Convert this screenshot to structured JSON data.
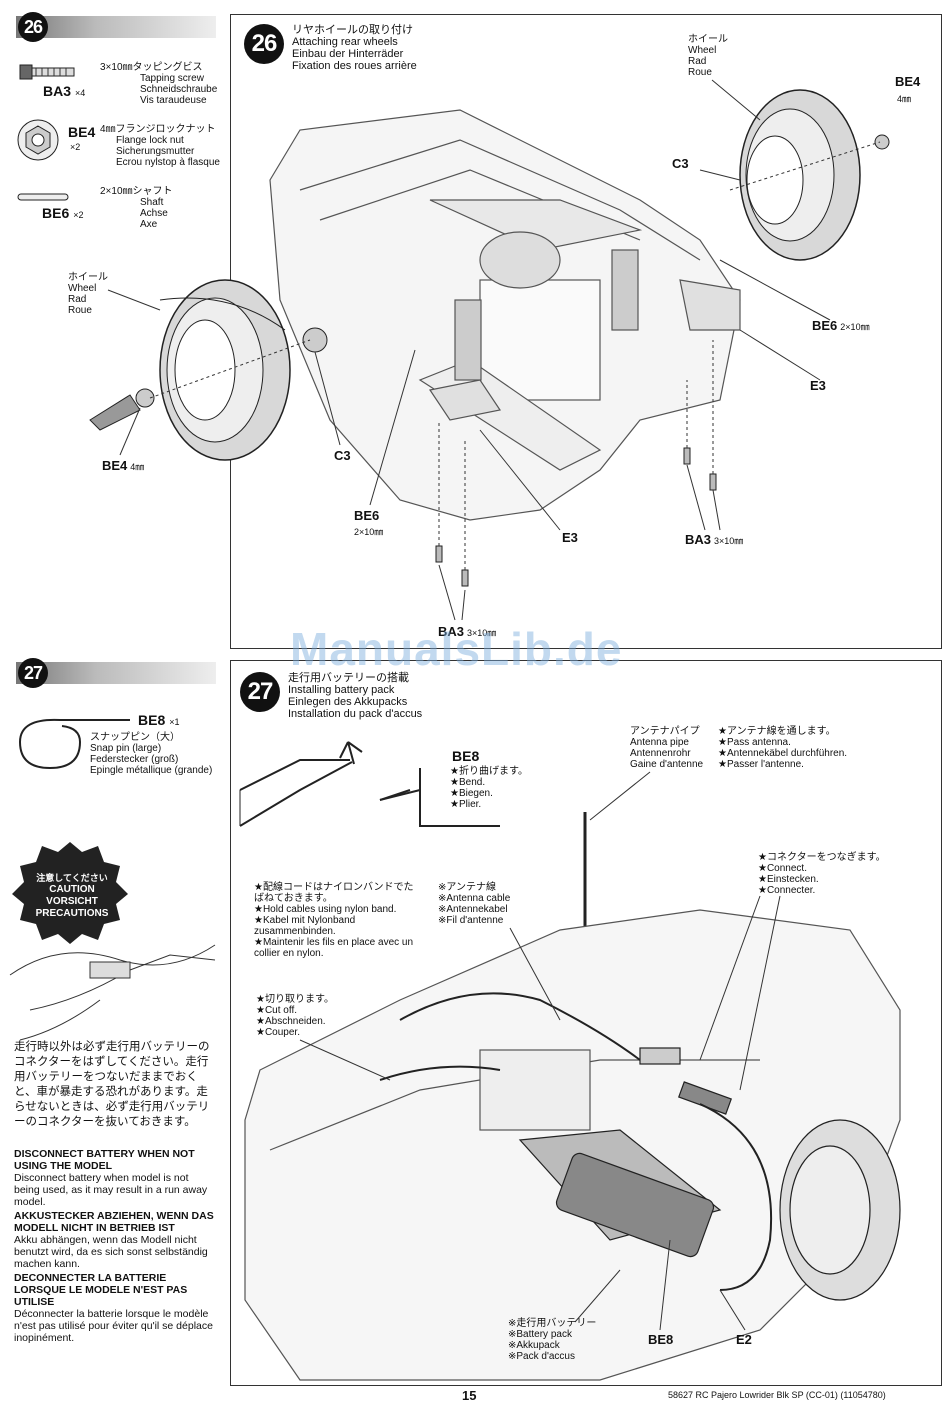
{
  "step26": {
    "number": "26",
    "title_ja": "リヤホイールの取り付け",
    "title_en": "Attaching rear wheels",
    "title_de": "Einbau der Hinterräder",
    "title_fr": "Fixation des roues arrière",
    "parts": [
      {
        "code": "BA3",
        "qty": "×4",
        "spec": "3×10㎜タッピングビス",
        "en": "Tapping screw",
        "de": "Schneidschraube",
        "fr": "Vis taraudeuse"
      },
      {
        "code": "BE4",
        "qty": "×2",
        "spec": "4㎜フランジロックナット",
        "en": "Flange lock nut",
        "de": "Sicherungsmutter",
        "fr": "Ecrou nylstop à flasque"
      },
      {
        "code": "BE6",
        "qty": "×2",
        "spec": "2×10㎜シャフト",
        "en": "Shaft",
        "de": "Achse",
        "fr": "Axe"
      }
    ],
    "wheel_label": [
      "ホイール",
      "Wheel",
      "Rad",
      "Roue"
    ],
    "callouts": {
      "be4_right": "BE4",
      "be4_right_size": "4㎜",
      "c3_top": "C3",
      "be6_right": "BE6",
      "be6_right_size": "2×10㎜",
      "e3_right": "E3",
      "c3_left": "C3",
      "be4_left": "BE4",
      "be4_left_size": "4㎜",
      "be6_mid": "BE6",
      "be6_mid_size": "2×10㎜",
      "e3_mid": "E3",
      "ba3_right": "BA3",
      "ba3_right_size": "3×10㎜",
      "ba3_bottom": "BA3",
      "ba3_bottom_size": "3×10㎜"
    }
  },
  "step27": {
    "number": "27",
    "title_ja": "走行用バッテリーの搭載",
    "title_en": "Installing battery pack",
    "title_de": "Einlegen des Akkupacks",
    "title_fr": "Installation du pack d'accus",
    "part": {
      "code": "BE8",
      "qty": "×1",
      "spec": "スナップピン（大）",
      "en": "Snap pin (large)",
      "de": "Federstecker (groß)",
      "fr": "Epingle métallique (grande)"
    },
    "caution_badge": [
      "注意してください",
      "CAUTION",
      "VORSICHT",
      "PRECAUTIONS"
    ],
    "caution_ja": "走行時以外は必ず走行用バッテリーのコネクターをはずしてください。走行用バッテリーをつないだままでおくと、車が暴走する恐れがあります。走らせないときは、必ず走行用バッテリーのコネクターを抜いておきます。",
    "caution_en_title": "DISCONNECT BATTERY WHEN NOT USING THE MODEL",
    "caution_en": "Disconnect battery when model is not being used, as it may result in a run away model.",
    "caution_de_title": "AKKUSTECKER ABZIEHEN, WENN DAS MODELL NICHT IN BETRIEB IST",
    "caution_de": "Akku abhängen, wenn das Modell nicht benutzt wird, da es sich sonst selbständig machen kann.",
    "caution_fr_title": "DECONNECTER LA BATTERIE LORSQUE LE MODELE N'EST PAS UTILISE",
    "caution_fr": "Déconnecter la batterie lorsque le modèle n'est pas utilisé pour éviter qu'il se déplace inopinément.",
    "bend": {
      "code": "BE8",
      "lines": [
        "★折り曲げます。",
        "★Bend.",
        "★Biegen.",
        "★Plier."
      ]
    },
    "antenna_pipe": [
      "アンテナパイプ",
      "Antenna pipe",
      "Antennenrohr",
      "Gaine d'antenne"
    ],
    "pass_antenna": [
      "★アンテナ線を通します。",
      "★Pass antenna.",
      "★Antennekäbel durchführen.",
      "★Passer l'antenne."
    ],
    "connect": [
      "★コネクターをつなぎます。",
      "★Connect.",
      "★Einstecken.",
      "★Connecter."
    ],
    "nylon_band": [
      "★配線コードはナイロンバンドでたばねておきます。",
      "★Hold cables using nylon band.",
      "★Kabel mit Nylonband zusammenbinden.",
      "★Maintenir les fils en place avec un collier en nylon."
    ],
    "antenna_cable": [
      "※アンテナ線",
      "※Antenna cable",
      "※Antennekabel",
      "※Fil d'antenne"
    ],
    "cut_off": [
      "★切り取ります。",
      "★Cut off.",
      "★Abschneiden.",
      "★Couper."
    ],
    "battery_pack": [
      "※走行用バッテリー",
      "※Battery pack",
      "※Akkupack",
      "※Pack d'accus"
    ],
    "be8_label": "BE8",
    "e2_label": "E2"
  },
  "watermark": "ManualsLib.de",
  "footer": {
    "page": "15",
    "product": "58627  RC Pajero Lowrider Blk SP (CC-01) (11054780)"
  }
}
